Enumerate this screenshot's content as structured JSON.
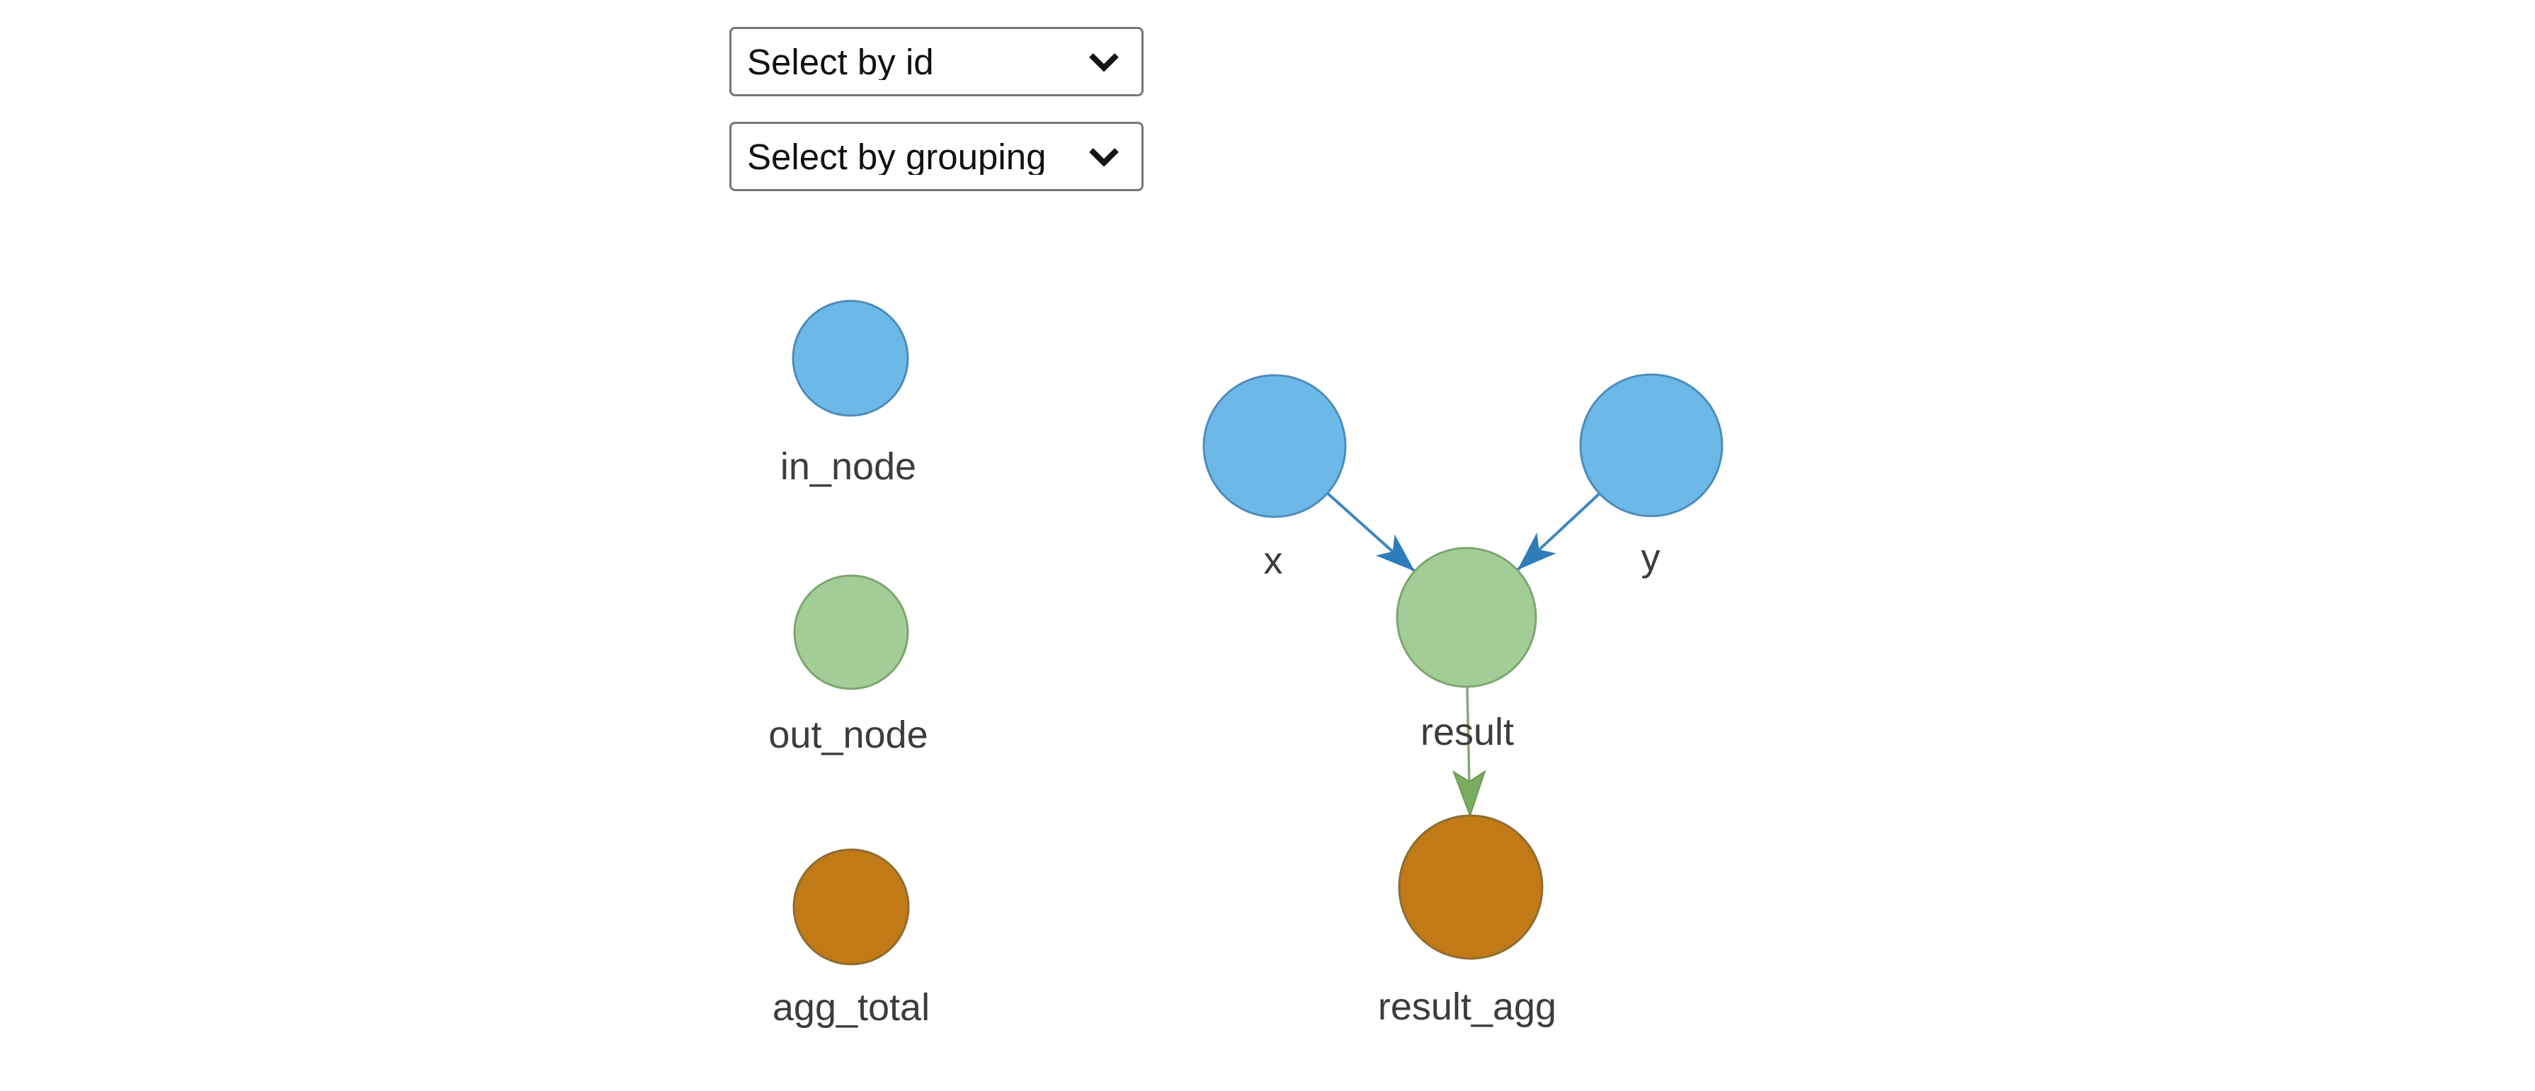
{
  "controls": {
    "select_by_id": {
      "value": "Select by id"
    },
    "select_by_grouping": {
      "value": "Select by grouping"
    }
  },
  "legend": {
    "items": [
      {
        "label": "in_node",
        "color": "#6cb9e8"
      },
      {
        "label": "out_node",
        "color": "#a3cd96"
      },
      {
        "label": "agg_total",
        "color": "#c17a16"
      }
    ]
  },
  "graph": {
    "nodes": [
      {
        "id": "x",
        "label": "x",
        "type": "in_node",
        "color": "#6cb9e8"
      },
      {
        "id": "y",
        "label": "y",
        "type": "in_node",
        "color": "#6cb9e8"
      },
      {
        "id": "result",
        "label": "result",
        "type": "out_node",
        "color": "#a3cd96"
      },
      {
        "id": "result_agg",
        "label": "result_agg",
        "type": "agg_total",
        "color": "#c17a16"
      }
    ],
    "edges": [
      {
        "from": "x",
        "to": "result"
      },
      {
        "from": "y",
        "to": "result"
      },
      {
        "from": "result",
        "to": "result_agg"
      }
    ]
  },
  "colors": {
    "in_node_fill": "#6cb9e8",
    "in_node_stroke": "#4e8cba",
    "out_node_fill": "#a3cd96",
    "out_node_stroke": "#7fa571",
    "agg_total_fill": "#c17a16",
    "agg_total_stroke": "#8f6d33",
    "edge_blue": "#2e7cba",
    "edge_green": "#7cab62",
    "label_text": "#3c3c3c",
    "select_border": "#767676",
    "background": "#ffffff"
  }
}
